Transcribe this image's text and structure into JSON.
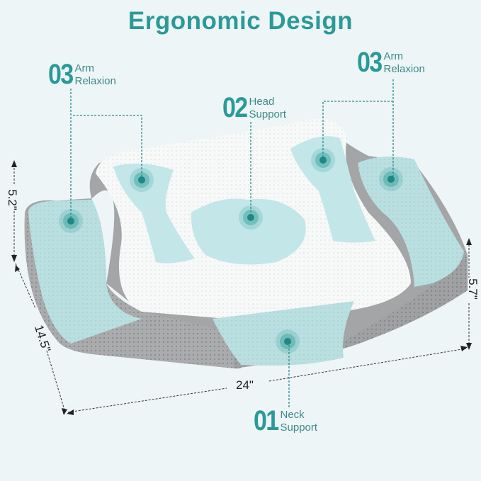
{
  "title": "Ergonomic Design",
  "colors": {
    "accent": "#2a9a98",
    "background": "#eef5f7",
    "gel": "#bfe4e6",
    "cover_white": "#f7f8f8",
    "cover_grey": "#9a9c9e"
  },
  "features": [
    {
      "number": "01",
      "line1": "Neck",
      "line2": "Support"
    },
    {
      "number": "02",
      "line1": "Head",
      "line2": "Support"
    },
    {
      "number": "03",
      "line1": "Arm",
      "line2": "Relaxion"
    },
    {
      "number": "03",
      "line1": "Arm",
      "line2": "Relaxion"
    }
  ],
  "dimensions": {
    "height_left": "5.2\"",
    "depth": "14.5\"",
    "width": "24\"",
    "height_right": "5.7\""
  }
}
